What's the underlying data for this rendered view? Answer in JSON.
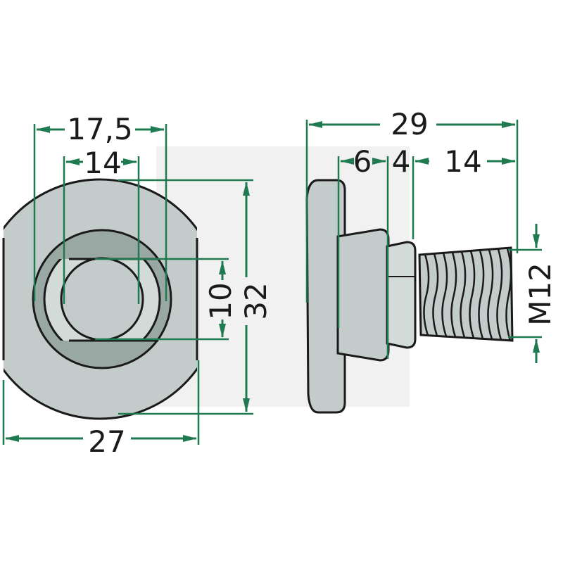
{
  "dimensions": {
    "front_outer_width": "17,5",
    "front_inner_width": "14",
    "front_flat_height": "10",
    "front_total_height": "32",
    "front_total_width": "27",
    "side_total_length": "29",
    "side_head_thickness": "6",
    "side_neck_length": "4",
    "side_thread_length": "14",
    "side_thread_size": "M12"
  },
  "colors": {
    "part": "#c3ccca",
    "dimension_line": "#1f7a50",
    "outline": "#1a1a1a"
  }
}
